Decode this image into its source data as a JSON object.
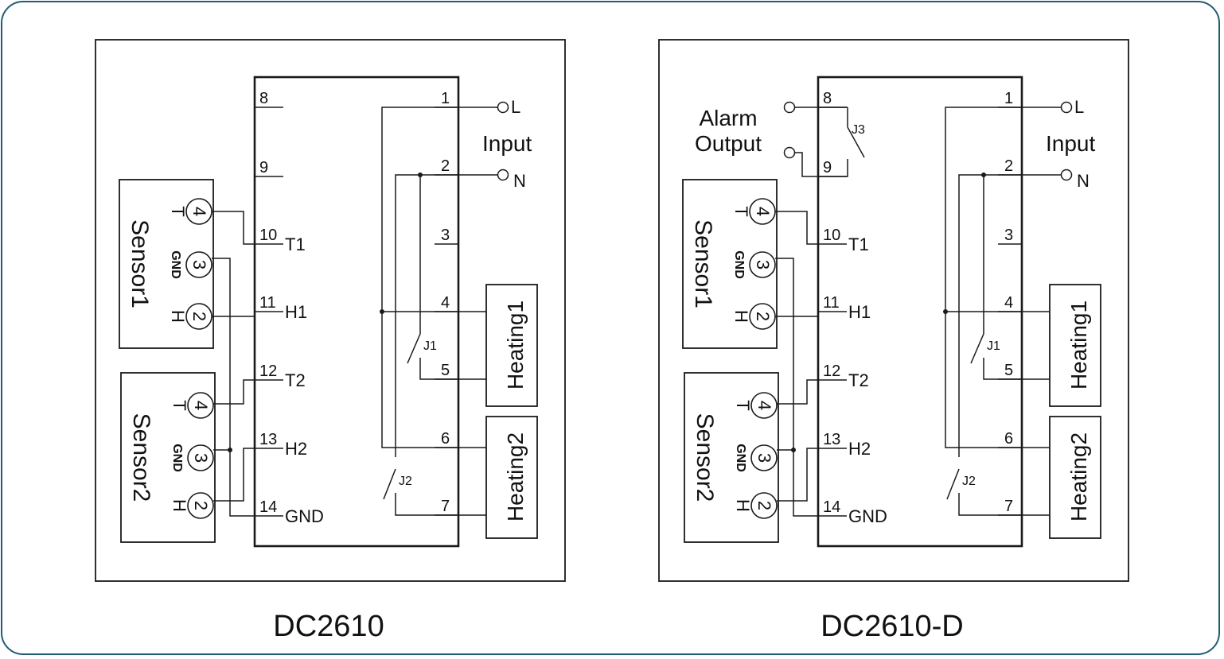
{
  "diagrams": [
    {
      "title": "DC2610",
      "terminals": [
        "1",
        "2",
        "3",
        "4",
        "5",
        "6",
        "7",
        "8",
        "9",
        "10",
        "11",
        "12",
        "13",
        "14"
      ],
      "signal_labels": [
        "T1",
        "H1",
        "T2",
        "H2",
        "GND"
      ],
      "input_label": "Input",
      "input_terminals": [
        "L",
        "N"
      ],
      "relays": [
        "J1",
        "J2"
      ],
      "sensors": [
        {
          "name": "Sensor1",
          "pins": [
            {
              "num": "4",
              "label": "T"
            },
            {
              "num": "3",
              "label": "GND"
            },
            {
              "num": "2",
              "label": "H"
            }
          ]
        },
        {
          "name": "Sensor2",
          "pins": [
            {
              "num": "4",
              "label": "T"
            },
            {
              "num": "3",
              "label": "GND"
            },
            {
              "num": "2",
              "label": "H"
            }
          ]
        }
      ],
      "loads": [
        "Heating1",
        "Heating2"
      ]
    },
    {
      "title": "DC2610-D",
      "terminals": [
        "1",
        "2",
        "3",
        "4",
        "5",
        "6",
        "7",
        "8",
        "9",
        "10",
        "11",
        "12",
        "13",
        "14"
      ],
      "signal_labels": [
        "T1",
        "H1",
        "T2",
        "H2",
        "GND"
      ],
      "input_label": "Input",
      "input_terminals": [
        "L",
        "N"
      ],
      "relays": [
        "J1",
        "J2",
        "J3"
      ],
      "alarm_label": [
        "Alarm",
        "Output"
      ],
      "sensors": [
        {
          "name": "Sensor1",
          "pins": [
            {
              "num": "4",
              "label": "T"
            },
            {
              "num": "3",
              "label": "GND"
            },
            {
              "num": "2",
              "label": "H"
            }
          ]
        },
        {
          "name": "Sensor2",
          "pins": [
            {
              "num": "4",
              "label": "T"
            },
            {
              "num": "3",
              "label": "GND"
            },
            {
              "num": "2",
              "label": "H"
            }
          ]
        }
      ],
      "loads": [
        "Heating1",
        "Heating2"
      ]
    }
  ]
}
